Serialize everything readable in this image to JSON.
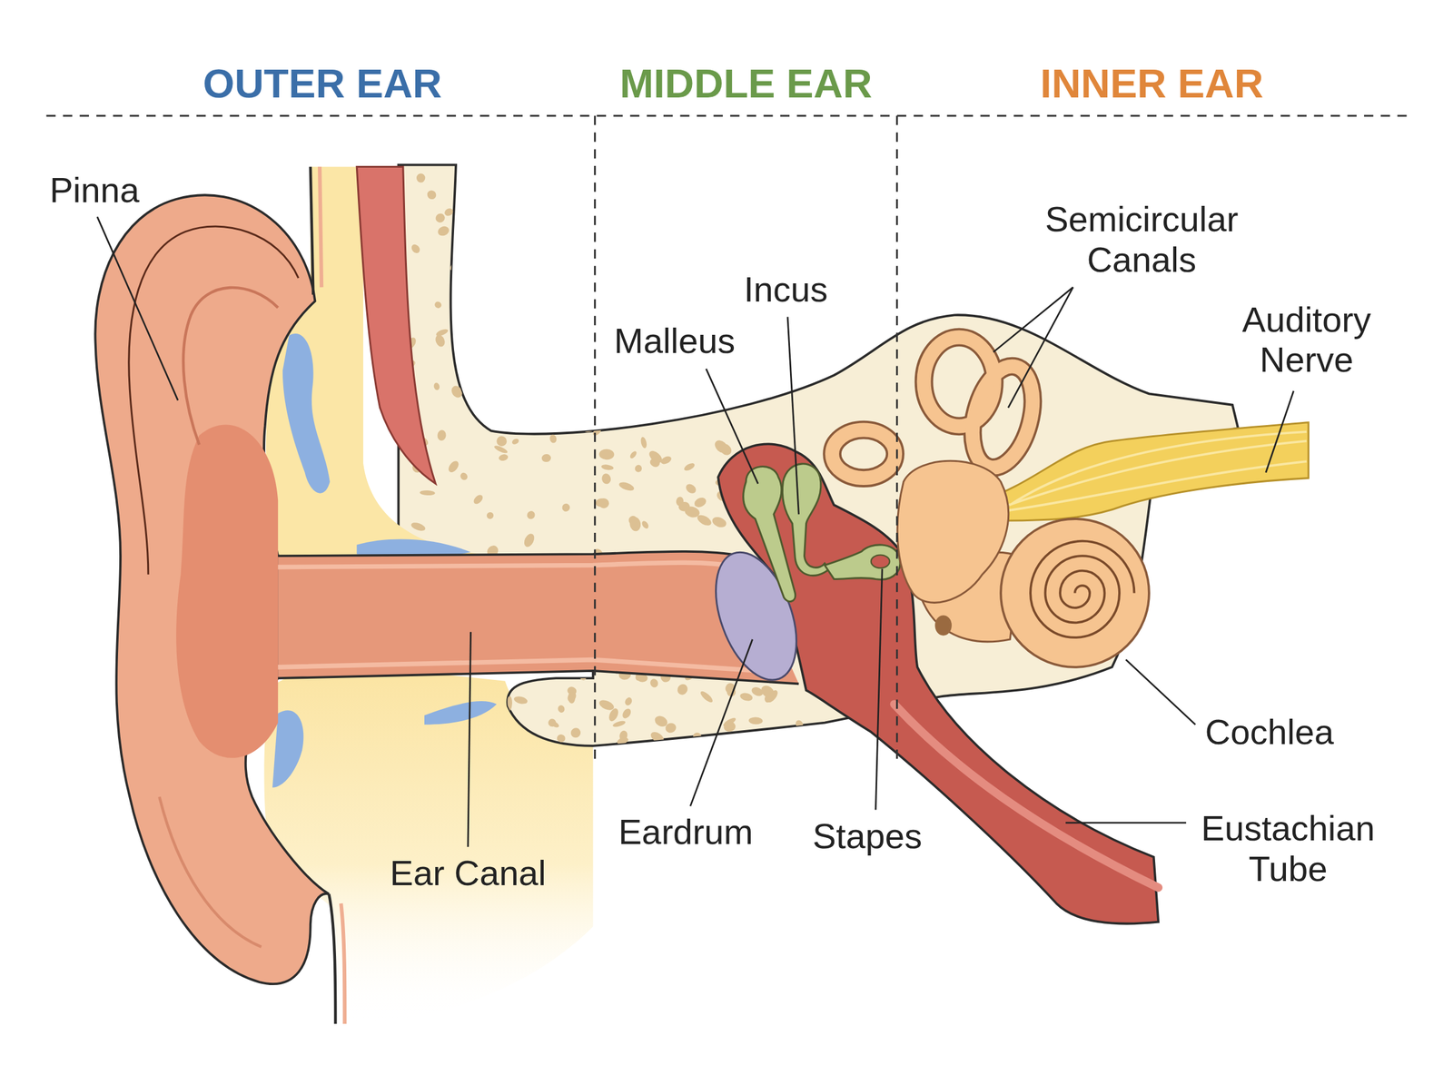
{
  "diagram": {
    "labels": [
      "OUTER EAR",
      "MIDDLE EAR",
      "INNER EAR",
      "Pinna",
      "Semicircular Canals",
      "Incus",
      "Auditory Nerve",
      "Malleus",
      "Cochlea",
      "Eardrum",
      "Stapes",
      "Eustachian Tube",
      "Ear Canal"
    ]
  }
}
